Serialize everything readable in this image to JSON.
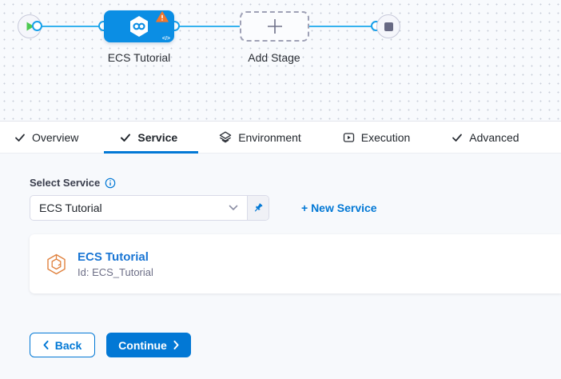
{
  "canvas": {
    "stage_label": "ECS Tutorial",
    "add_stage_label": "Add Stage",
    "code_icon_text": "</>"
  },
  "tabs": [
    {
      "label": "Overview",
      "icon": "check-icon",
      "active": false
    },
    {
      "label": "Service",
      "icon": "check-icon",
      "active": true
    },
    {
      "label": "Environment",
      "icon": "layers-icon",
      "active": false
    },
    {
      "label": "Execution",
      "icon": "play-box-icon",
      "active": false
    },
    {
      "label": "Advanced",
      "icon": "check-icon",
      "active": false
    }
  ],
  "service_section": {
    "label": "Select Service",
    "dropdown": {
      "value": "ECS Tutorial"
    },
    "new_service_link": "+ New Service",
    "card": {
      "title": "ECS Tutorial",
      "id_text": "Id: ECS_Tutorial"
    }
  },
  "footer": {
    "back": "Back",
    "continue": "Continue"
  },
  "colors": {
    "primary_blue": "#0278d5",
    "stage_node_blue": "#0b8ee4",
    "connector_line_blue": "#35b2ee",
    "warning_orange": "#f1762c",
    "start_green": "#4dc952",
    "ecs_icon_orange": "#e0823f",
    "text_dark": "#22272d",
    "text_gray": "#6d6f87"
  }
}
